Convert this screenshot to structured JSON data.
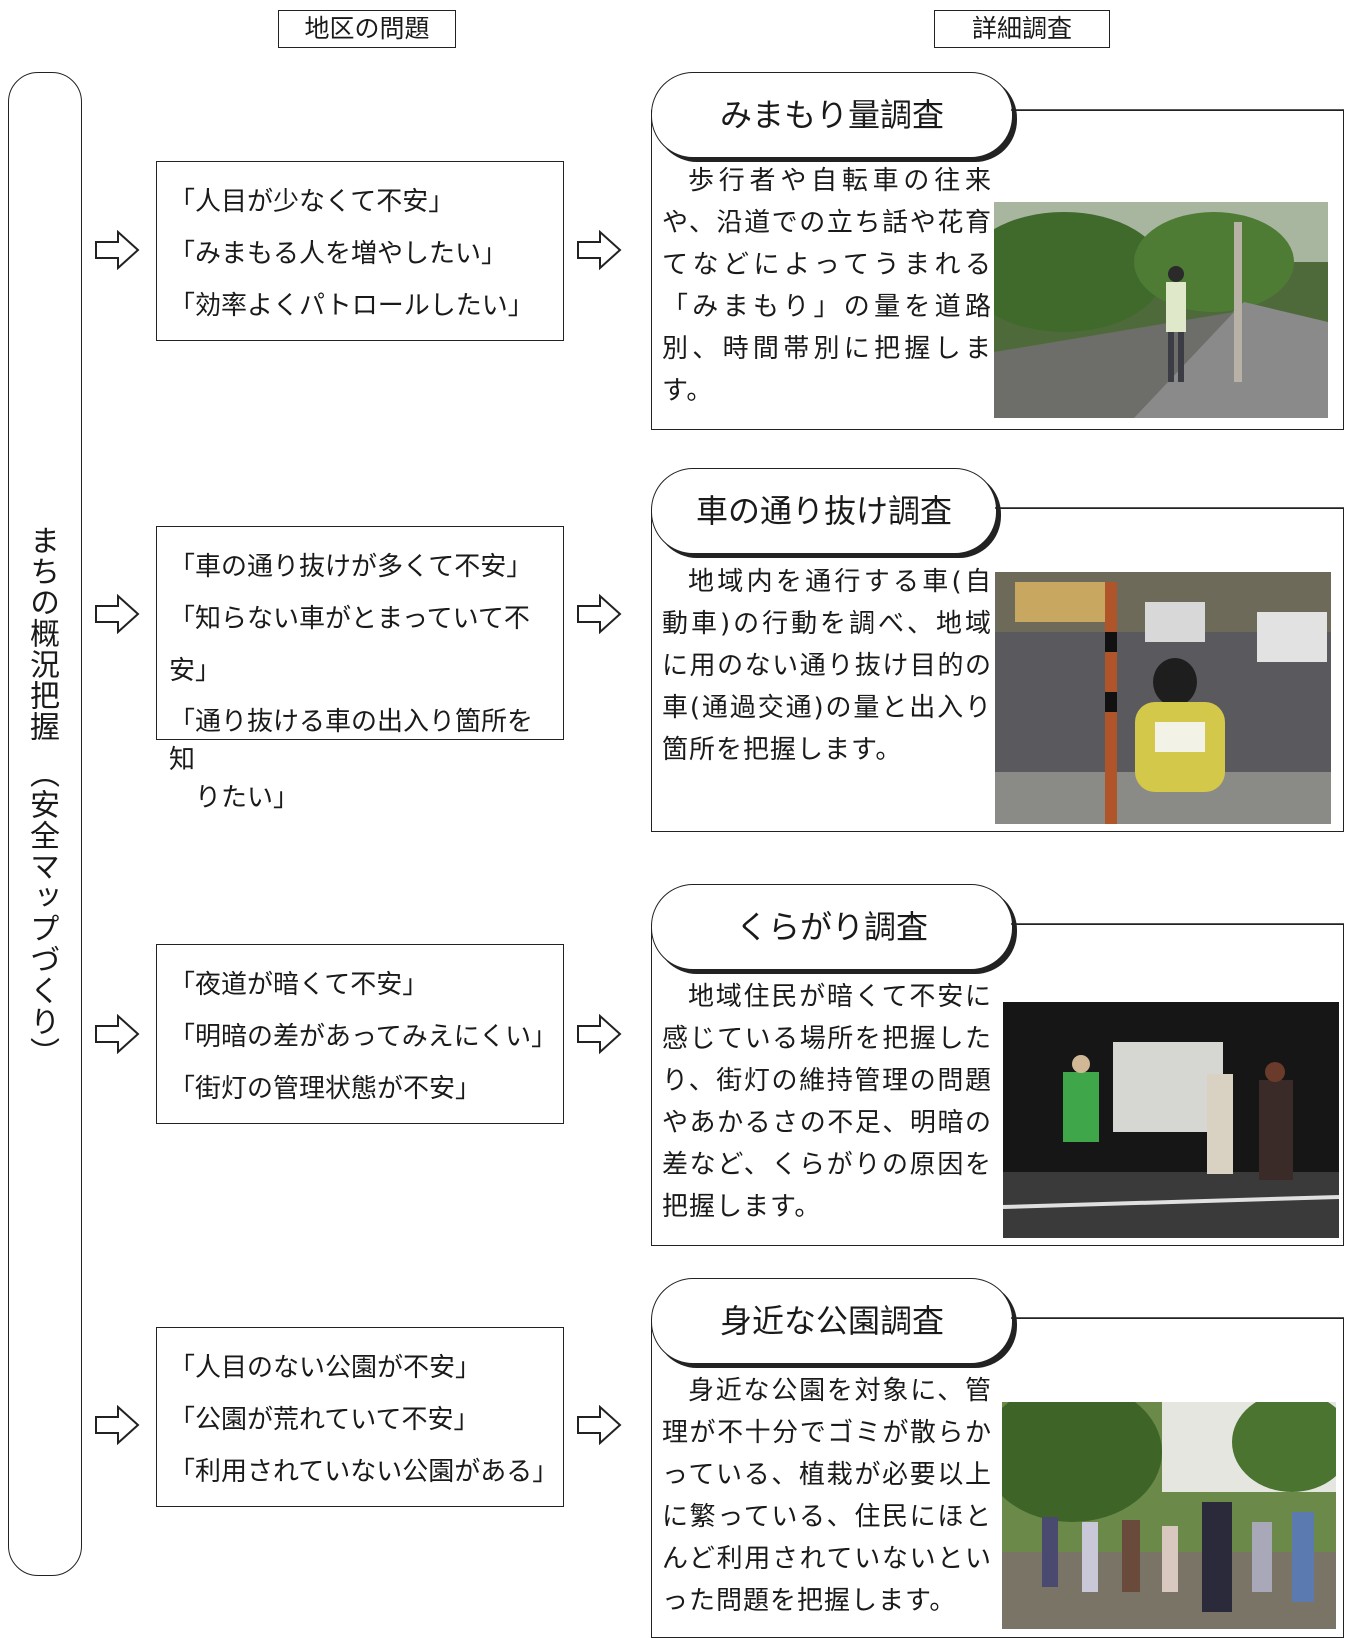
{
  "headers": {
    "left": "地区の問題",
    "right": "詳細調査"
  },
  "side_label": "まちの概況把握　（安全マップづくり）",
  "rows": [
    {
      "problems": [
        "「人目が少なくて不安」",
        "「みまもる人を増やしたい」",
        "「効率よくパトロールしたい」"
      ],
      "survey_title": "みまもり量調査",
      "survey_text": "歩行者や自転車の往来や、沿道での立ち話や花育てなどによってうまれる「みまもり」の量を道路別、時間帯別に把握します。",
      "photo_icon": "photo-street-observer"
    },
    {
      "problems": [
        "「車の通り抜けが多くて不安」",
        "「知らない車がとまっていて不安」",
        "「通り抜ける車の出入り箇所を知\n　りたい」"
      ],
      "survey_title": "車の通り抜け調査",
      "survey_text": "地域内を通行する車(自動車)の行動を調べ、地域に用のない通り抜け目的の車(通過交通)の量と出入り箇所を把握します。",
      "photo_icon": "photo-traffic-counter"
    },
    {
      "problems": [
        "「夜道が暗くて不安」",
        "「明暗の差があってみえにくい」",
        "「街灯の管理状態が不安」"
      ],
      "survey_title": "くらがり調査",
      "survey_text": "地域住民が暗くて不安に感じている場所を把握したり、街灯の維持管理の問題やあかるさの不足、明暗の差など、くらがりの原因を把握します。",
      "photo_icon": "photo-night-survey"
    },
    {
      "problems": [
        "「人目のない公園が不安」",
        "「公園が荒れていて不安」",
        "「利用されていない公園がある」"
      ],
      "survey_title": "身近な公園調査",
      "survey_text": "身近な公園を対象に、管理が不十分でゴミが散らかっている、植栽が必要以上に繁っている、住民にほとんど利用されていないといった問題を把握します。",
      "photo_icon": "photo-park-group"
    }
  ]
}
